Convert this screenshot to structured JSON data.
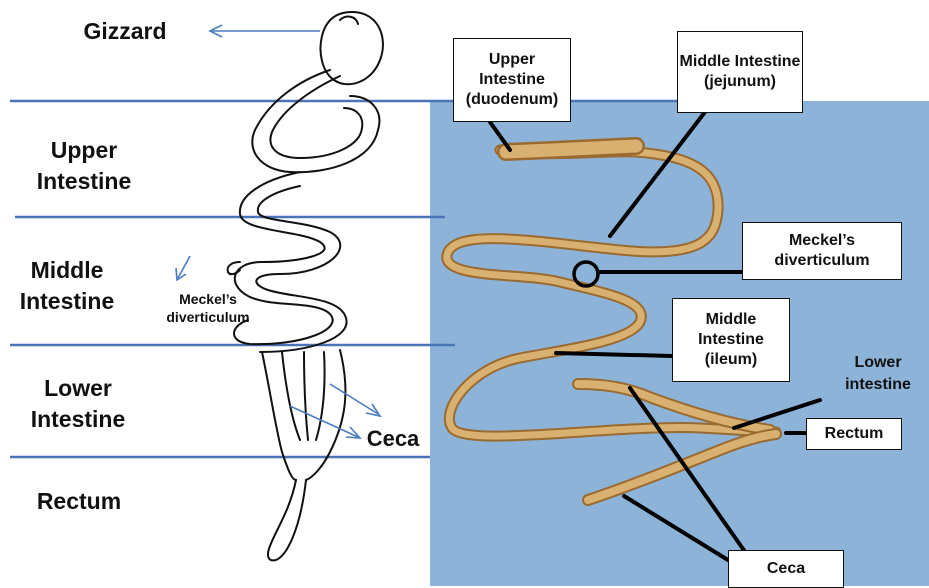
{
  "colors": {
    "photo_background": "#8db4d8",
    "divider": "#4a74b5",
    "arrow": "#4a7cc0",
    "intestine_fill": "#d8b070",
    "intestine_edge": "#9a6a30"
  },
  "sections": {
    "gizzard": "Gizzard",
    "upper": "Upper Intestine",
    "middle": "Middle Intestine",
    "lower": "Lower Intestine",
    "rectum": "Rectum"
  },
  "sketch_labels": {
    "meckels": "Meckel’s diverticulum",
    "ceca": "Ceca"
  },
  "callouts": {
    "upper_duodenum": "Upper Intestine (duodenum)",
    "middle_jejunum": "Middle Intestine (jejunum)",
    "meckels": "Meckel’s diverticulum",
    "middle_ileum": "Middle Intestine (ileum)",
    "lower_intestine": "Lower intestine",
    "rectum": "Rectum",
    "ceca": "Ceca"
  }
}
